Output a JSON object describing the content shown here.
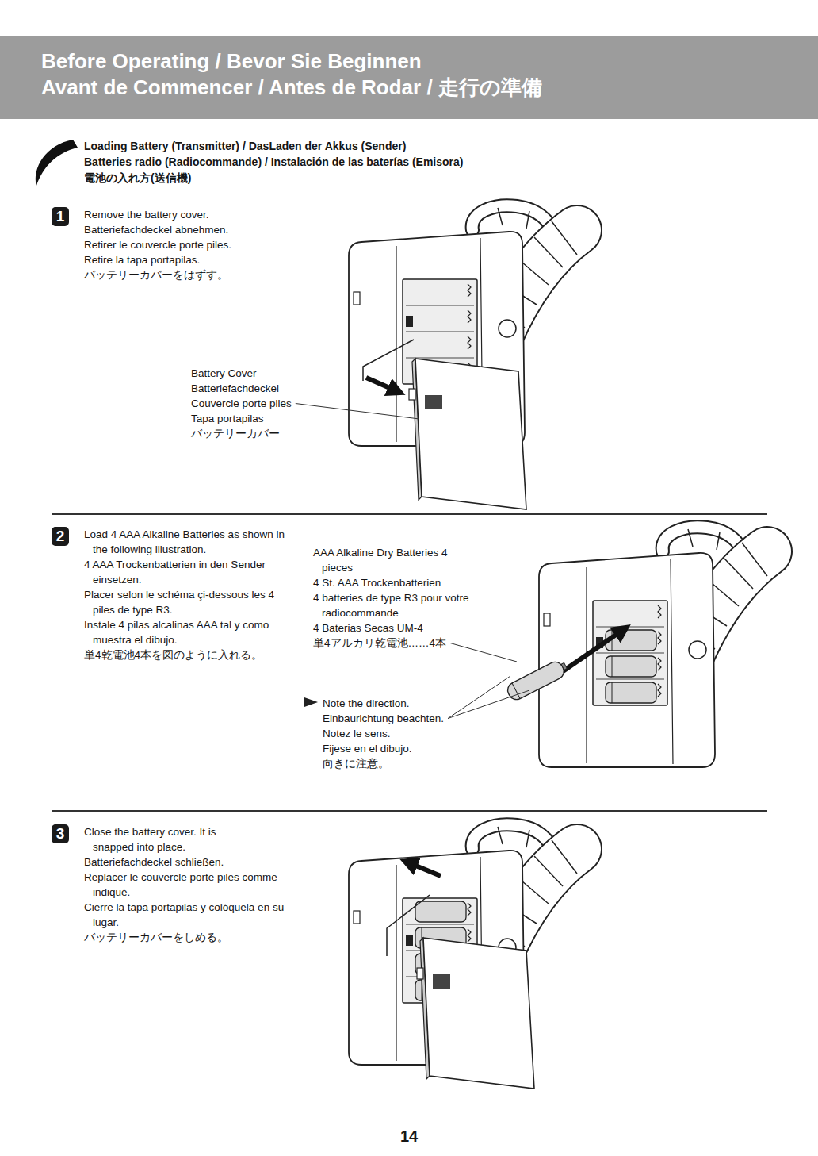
{
  "diagram": {
    "nodes": [
      {
        "text": [
          "Before Operating / Bevor Sie Beginnen",
          "Avant de Commencer / Antes de Rodar / 走行の準備"
        ]
      },
      {
        "text": [
          "1"
        ]
      },
      {
        "text": [
          "2"
        ]
      },
      {
        "text": [
          "3"
        ]
      }
    ],
    "labels": [
      "Loading Battery (Transmitter) / DasLaden der Akkus (Sender)",
      "Batteries radio (Radiocommande) / Instalación de las baterías (Emisora)",
      "電池の入れ方(送信機)",
      "Remove the battery cover.",
      "Batteriefachdeckel abnehmen.",
      "Retirer le couvercle porte piles.",
      "Retire la tapa portapilas.",
      "バッテリーカバーをはずす。",
      "Battery Cover",
      "Batteriefachdeckel",
      "Couvercle porte piles",
      "Tapa portapilas",
      "バッテリーカバー",
      "Load 4 AAA Alkaline Batteries as shown in the following illustration.",
      "4 AAA Trockenbatterien in den Sender einsetzen.",
      "Placer selon le schéma çi-dessous les 4 piles de type R3.",
      "Instale 4 pilas alcalinas AAA tal y como muestra el dibujo.",
      "単4乾電池4本を図のように入れる。",
      "AAA Alkaline Dry Batteries 4 pieces",
      "4 St. AAA Trockenbatterien",
      "4 batteries de type R3 pour votre radiocommande",
      "4 Baterias Secas UM-4",
      "単4アルカリ乾電池……4本",
      "Note the direction.",
      "Einbaurichtung beachten.",
      "Notez le sens.",
      "Fijese en el dibujo.",
      "向きに注意。",
      "Close the battery cover. It is snapped into place.",
      "Batteriefachdeckel schließen.",
      "Replacer le couvercle porte piles comme indiqué.",
      "Cierre la tapa portapilas y colóquela en su lugar.",
      "バッテリーカバーをしめる。",
      "14"
    ]
  }
}
